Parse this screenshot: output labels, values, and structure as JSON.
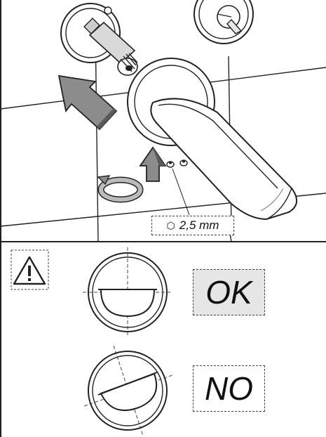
{
  "hex_key_size": {
    "symbol": "⬡",
    "label": "2,5 mm"
  },
  "orientation_check": {
    "ok_label": "OK",
    "no_label": "NO"
  },
  "icons": {
    "warning": "warning-triangle-icon",
    "hex_key": "hex-key-icon"
  },
  "colors": {
    "ok_background": "#e6e6e6"
  }
}
